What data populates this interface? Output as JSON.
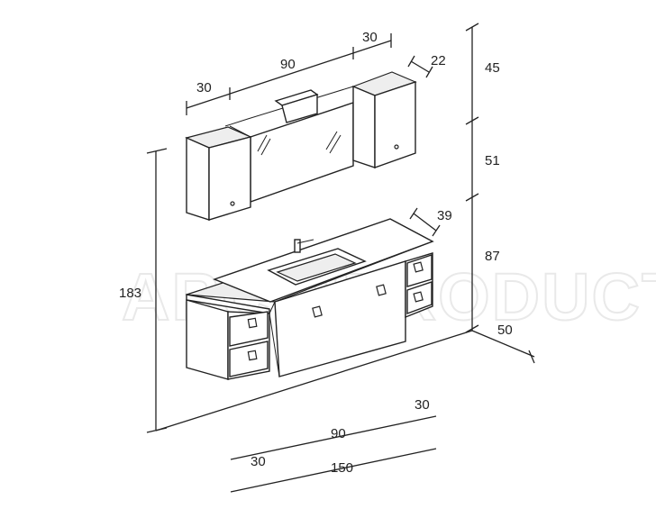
{
  "watermark": "ARCHIPRODUCTS",
  "dimensions": {
    "top_left_width": "30",
    "mirror_width": "90",
    "top_right_width": "30",
    "top_depth": "22",
    "height_top": "45",
    "height_middle": "51",
    "height_bottom": "87",
    "base_depth": "50",
    "vanity_depth": "39",
    "total_height": "183",
    "bottom_right_width": "30",
    "bottom_center_width": "90",
    "bottom_left_width": "30",
    "total_width": "150"
  }
}
